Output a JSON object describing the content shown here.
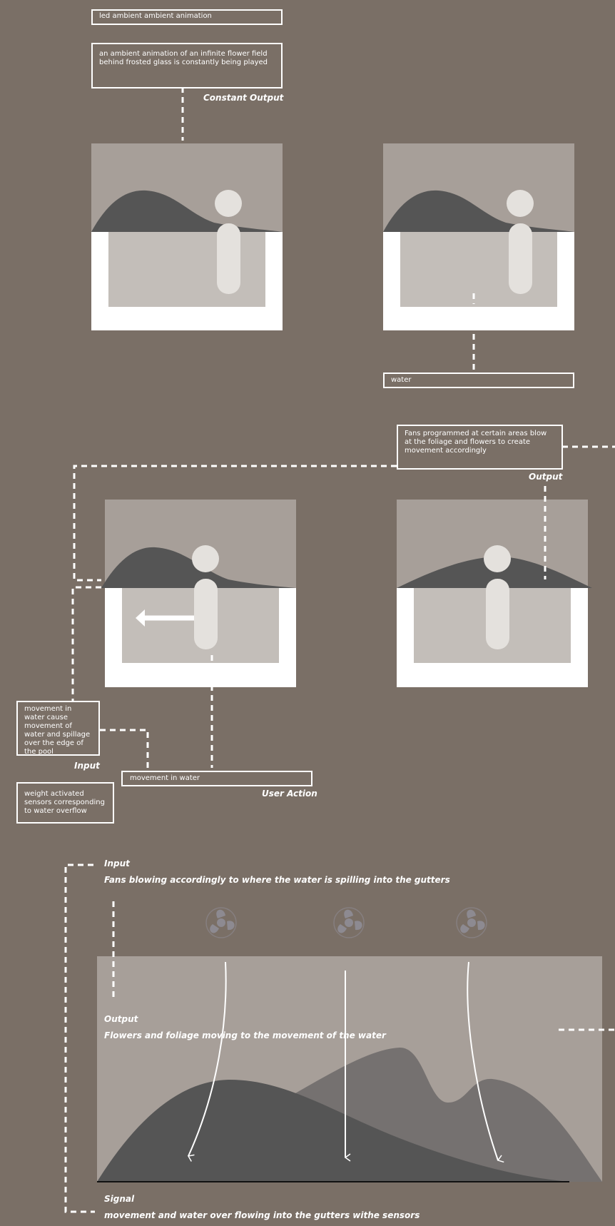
{
  "section1": {
    "title_box": "led ambient ambient animation",
    "desc_box": "an ambient animation of an infinite flower field behind frosted glass is constantly being played",
    "output_label": "Constant Output",
    "water_box": "water"
  },
  "section2": {
    "fans_box": "Fans programmed at certain areas blow at the foliage and flowers to create movement accordingly",
    "output_label": "Output",
    "movement_box": "movement in water cause movement of water and spillage over the edge of the pool",
    "input_label": "Input",
    "user_box": "movement in water",
    "user_label": "User Action",
    "weight_box": "weight activated sensors corresponding to water overflow"
  },
  "section3": {
    "input_title": "Input",
    "input_desc": "Fans blowing accordingly to where the water is spilling into the gutters",
    "output_title": "Output",
    "output_desc": "Flowers and foliage moving to the movement of the water",
    "signal_title": "Signal",
    "signal_desc": "movement and water over flowing into the gutters withe sensors"
  },
  "colors": {
    "background": "#7a6f66",
    "sky": "#a79f99",
    "water": "#c3beb9",
    "hill_dark": "#555555",
    "hill_mid": "#757170",
    "figure": "#e4e1dd",
    "fan": "#8d8a91",
    "line": "#ffffff"
  },
  "icons": [
    "fan-icon",
    "person-figure",
    "arrow-left-icon",
    "arrow-down-icon"
  ]
}
